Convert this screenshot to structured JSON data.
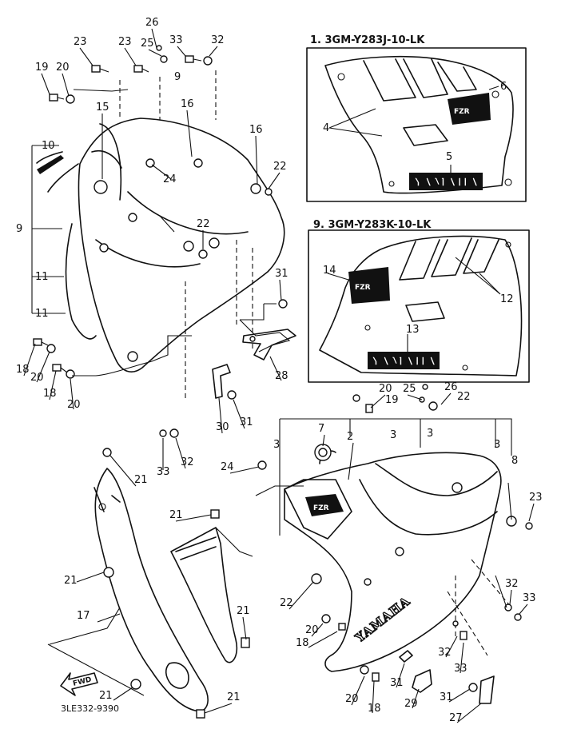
{
  "inset_boxes": [
    {
      "title": "1. 3GM-Y283J-10-LK",
      "brand_text": "YAMAHA"
    },
    {
      "title": "9. 3GM-Y283K-10-LK",
      "brand_text": "YAMAHA"
    }
  ],
  "brand_text_lower_cowl": "YAMAHA",
  "decal_text": "FZR",
  "catalog_number": "3LE332-9390",
  "direction_arrow_label": "FWD",
  "callouts": [
    {
      "id": "c26a",
      "label": "26"
    },
    {
      "id": "c23a",
      "label": "23"
    },
    {
      "id": "c23b",
      "label": "23"
    },
    {
      "id": "c25a",
      "label": "25"
    },
    {
      "id": "c33a",
      "label": "33"
    },
    {
      "id": "c32a",
      "label": "32"
    },
    {
      "id": "c19a",
      "label": "19"
    },
    {
      "id": "c20a",
      "label": "20"
    },
    {
      "id": "c9a",
      "label": "9"
    },
    {
      "id": "c15",
      "label": "15"
    },
    {
      "id": "c16a",
      "label": "16"
    },
    {
      "id": "c16b",
      "label": "16"
    },
    {
      "id": "c10",
      "label": "10"
    },
    {
      "id": "c24a",
      "label": "24"
    },
    {
      "id": "c22a",
      "label": "22"
    },
    {
      "id": "c9b",
      "label": "9"
    },
    {
      "id": "c22b",
      "label": "22"
    },
    {
      "id": "c11a",
      "label": "11"
    },
    {
      "id": "c11b",
      "label": "11"
    },
    {
      "id": "c31a",
      "label": "31"
    },
    {
      "id": "c18a",
      "label": "18"
    },
    {
      "id": "c20b",
      "label": "20"
    },
    {
      "id": "c18b",
      "label": "18"
    },
    {
      "id": "c20c",
      "label": "20"
    },
    {
      "id": "c28",
      "label": "28"
    },
    {
      "id": "c30",
      "label": "30"
    },
    {
      "id": "c31b",
      "label": "31"
    },
    {
      "id": "c33b",
      "label": "33"
    },
    {
      "id": "c32b",
      "label": "32"
    },
    {
      "id": "c4a",
      "label": "4"
    },
    {
      "id": "c6",
      "label": "6"
    },
    {
      "id": "c5",
      "label": "5"
    },
    {
      "id": "c14",
      "label": "14"
    },
    {
      "id": "c12",
      "label": "12"
    },
    {
      "id": "c13",
      "label": "13"
    },
    {
      "id": "c20d",
      "label": "20"
    },
    {
      "id": "c19b",
      "label": "19"
    },
    {
      "id": "c25b",
      "label": "25"
    },
    {
      "id": "c26b",
      "label": "26"
    },
    {
      "id": "c22c",
      "label": "22"
    },
    {
      "id": "c7",
      "label": "7"
    },
    {
      "id": "c2",
      "label": "2"
    },
    {
      "id": "c3a",
      "label": "3"
    },
    {
      "id": "c3b",
      "label": "3"
    },
    {
      "id": "c3c",
      "label": "3"
    },
    {
      "id": "c3d",
      "label": "3"
    },
    {
      "id": "c8",
      "label": "8"
    },
    {
      "id": "c24b",
      "label": "24"
    },
    {
      "id": "c21a",
      "label": "21"
    },
    {
      "id": "c21b",
      "label": "21"
    },
    {
      "id": "c23c",
      "label": "23"
    },
    {
      "id": "c21c",
      "label": "21"
    },
    {
      "id": "c22d",
      "label": "22"
    },
    {
      "id": "c32c",
      "label": "32"
    },
    {
      "id": "c33c",
      "label": "33"
    },
    {
      "id": "c17",
      "label": "17"
    },
    {
      "id": "c20e",
      "label": "20"
    },
    {
      "id": "c18c",
      "label": "18"
    },
    {
      "id": "c21d",
      "label": "21"
    },
    {
      "id": "c32d",
      "label": "32"
    },
    {
      "id": "c33d",
      "label": "33"
    },
    {
      "id": "c31c",
      "label": "31"
    },
    {
      "id": "c20f",
      "label": "20"
    },
    {
      "id": "c18d",
      "label": "18"
    },
    {
      "id": "c29",
      "label": "29"
    },
    {
      "id": "c31d",
      "label": "31"
    },
    {
      "id": "c21e",
      "label": "21"
    },
    {
      "id": "c21f",
      "label": "21"
    },
    {
      "id": "c27",
      "label": "27"
    }
  ]
}
